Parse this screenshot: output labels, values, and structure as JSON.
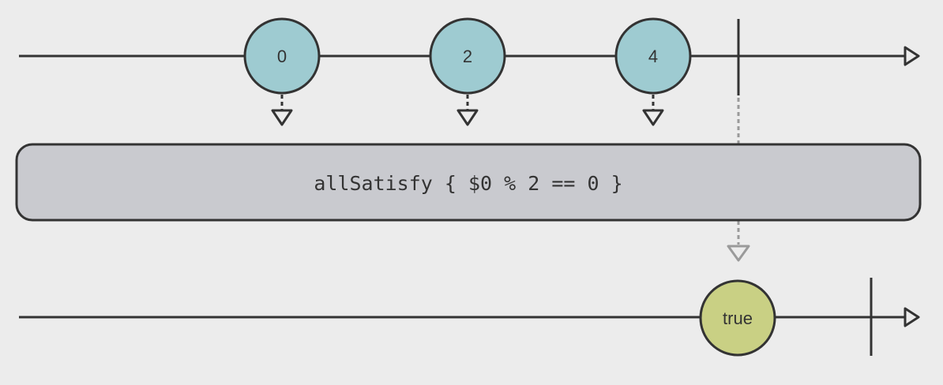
{
  "diagram": {
    "input_stream": {
      "values": [
        "0",
        "2",
        "4"
      ],
      "marble_color": "#9ecbd1",
      "completed": true
    },
    "operator": {
      "label": "allSatisfy { $0 % 2 == 0 }",
      "fill": "#c9cacf"
    },
    "output_stream": {
      "values": [
        "true"
      ],
      "marble_color": "#c9d084",
      "completed": true
    },
    "colors": {
      "background": "#ececec",
      "line": "#333333",
      "dashed_connector": "#9a9a9a"
    }
  }
}
